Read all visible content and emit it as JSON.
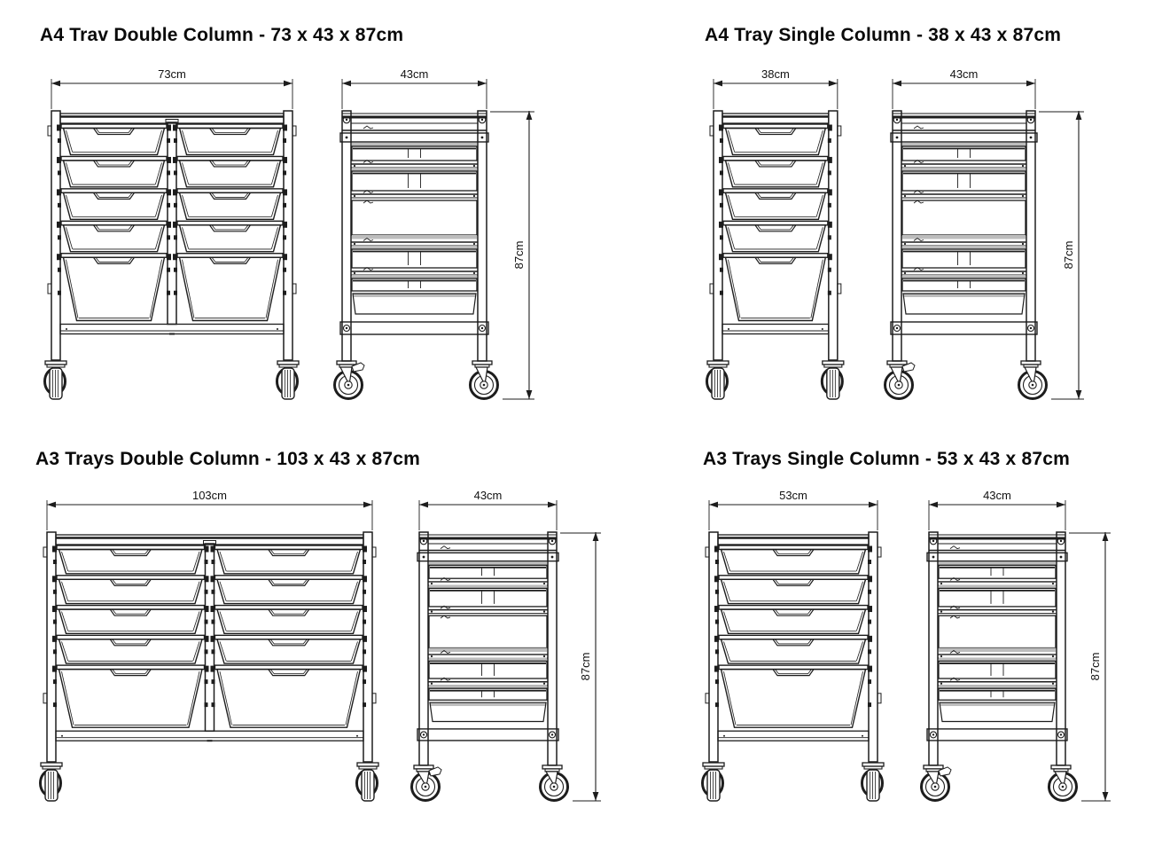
{
  "drawing": {
    "line_color": "#1d1d1d",
    "shade_color": "#bdbdbd",
    "text_color": "#111111",
    "background": "#ffffff"
  },
  "panels": [
    {
      "id": "a4-tray-double-column",
      "title": "A4 Trav Double Column - 73 x 43 x 87cm",
      "front": {
        "view": "front",
        "width_label": "73cm",
        "width_cm": 73,
        "columns": 2,
        "shallow_trays_per_column": 4,
        "deep_trays_per_column": 1
      },
      "side": {
        "view": "side",
        "width_label": "43cm",
        "width_cm": 43,
        "height_label": "87cm",
        "height_cm": 87
      }
    },
    {
      "id": "a4-tray-single-column",
      "title": "A4 Tray Single Column - 38 x 43 x 87cm",
      "front": {
        "view": "front",
        "width_label": "38cm",
        "width_cm": 38,
        "columns": 1,
        "shallow_trays_per_column": 4,
        "deep_trays_per_column": 1
      },
      "side": {
        "view": "side",
        "width_label": "43cm",
        "width_cm": 43,
        "height_label": "87cm",
        "height_cm": 87
      }
    },
    {
      "id": "a3-trays-double-column",
      "title": "A3 Trays Double Column - 103 x 43 x 87cm",
      "front": {
        "view": "front",
        "width_label": "103cm",
        "width_cm": 103,
        "columns": 2,
        "shallow_trays_per_column": 4,
        "deep_trays_per_column": 1
      },
      "side": {
        "view": "side",
        "width_label": "43cm",
        "width_cm": 43,
        "height_label": "87cm",
        "height_cm": 87
      }
    },
    {
      "id": "a3-trays-single-column",
      "title": "A3 Trays Single Column - 53 x 43 x 87cm",
      "front": {
        "view": "front",
        "width_label": "53cm",
        "width_cm": 53,
        "columns": 1,
        "shallow_trays_per_column": 4,
        "deep_trays_per_column": 1
      },
      "side": {
        "view": "side",
        "width_label": "43cm",
        "width_cm": 43,
        "height_label": "87cm",
        "height_cm": 87
      }
    }
  ]
}
